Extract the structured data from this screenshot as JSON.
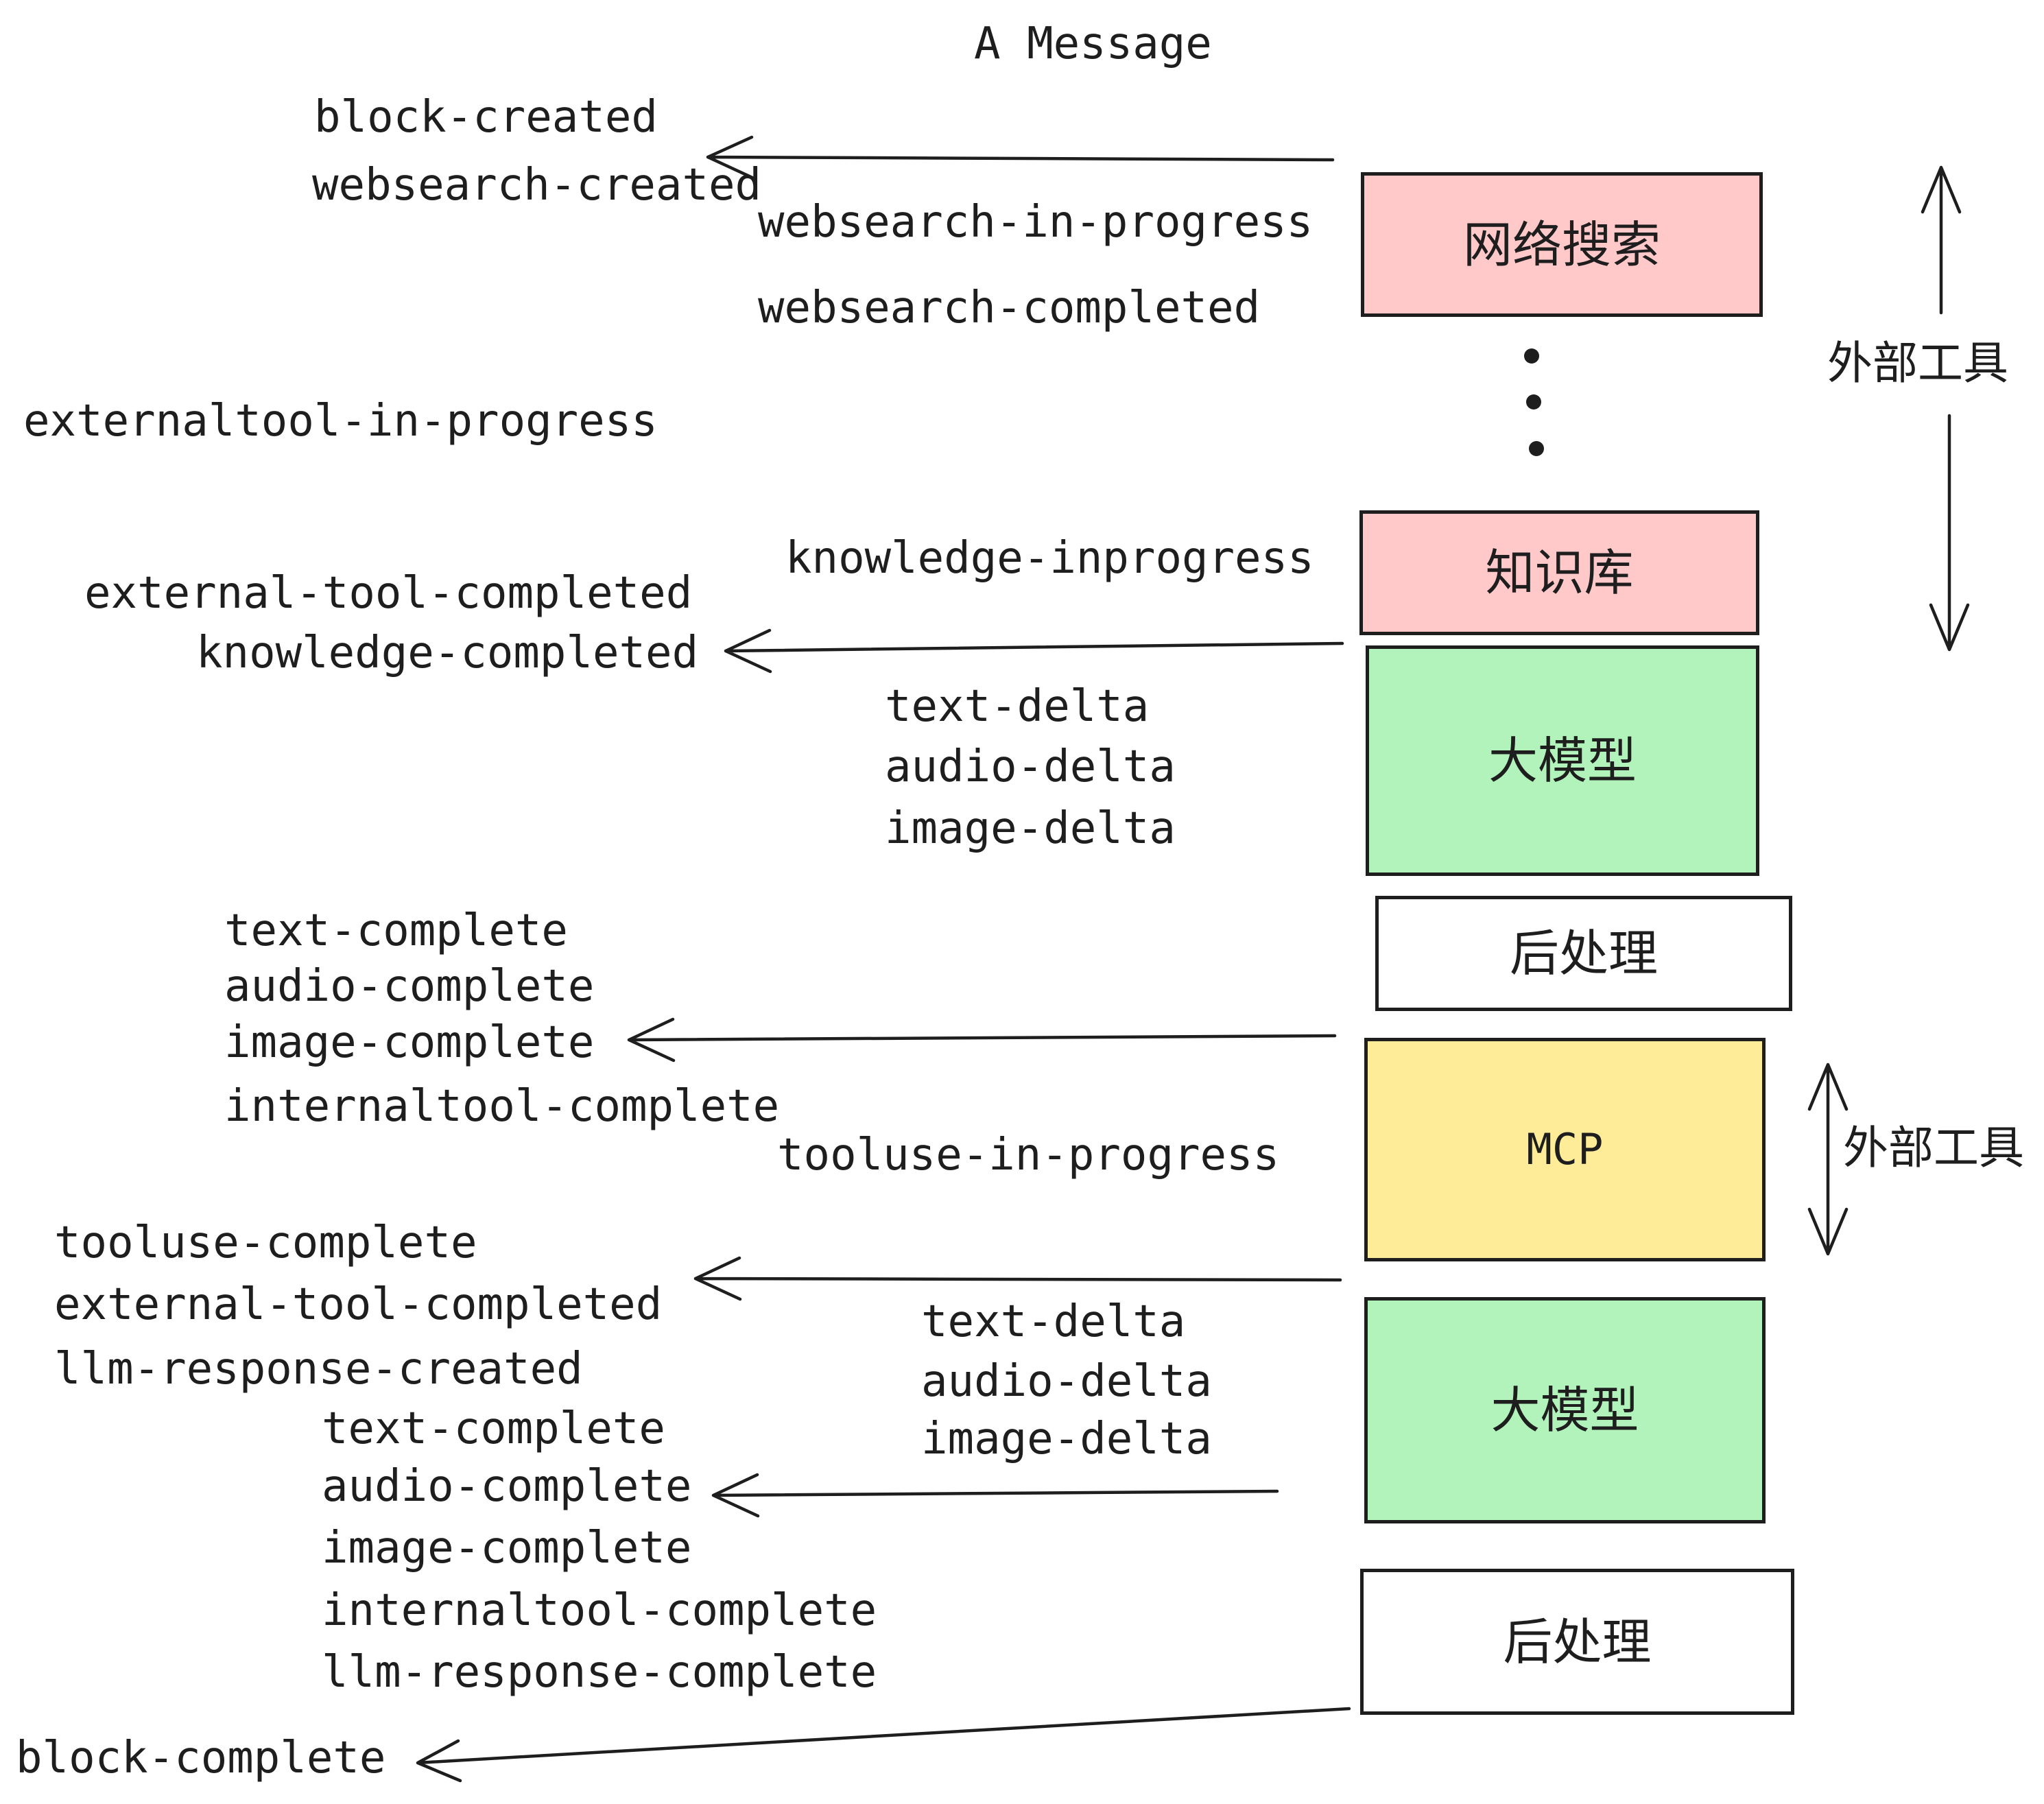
{
  "title": "A Message",
  "colors": {
    "pink": "#ffc9c9",
    "green": "#b2f2bb",
    "yellow": "#ffec99",
    "white": "#ffffff",
    "ink": "#1e1e1e"
  },
  "boxes": {
    "websearch": {
      "label": "网络搜索",
      "fill": "pink"
    },
    "knowledge": {
      "label": "知识库",
      "fill": "pink"
    },
    "llm": {
      "label": "大模型",
      "fill": "green"
    },
    "post": {
      "label": "后处理",
      "fill": "white"
    },
    "mcp": {
      "label": "MCP",
      "fill": "yellow"
    }
  },
  "side_label": "外部工具",
  "events": {
    "block_created": "block-created",
    "websearch_created": "websearch-created",
    "websearch_in_progress": "websearch-in-progress",
    "websearch_completed": "websearch-completed",
    "externaltool_in_progress": "externaltool-in-progress",
    "knowledge_inprogress": "knowledge-inprogress",
    "external_tool_completed": "external-tool-completed",
    "knowledge_completed": "knowledge-completed",
    "text_delta": "text-delta",
    "audio_delta": "audio-delta",
    "image_delta": "image-delta",
    "text_complete": "text-complete",
    "audio_complete": "audio-complete",
    "image_complete": "image-complete",
    "internaltool_complete": "internaltool-complete",
    "tooluse_in_progress": "tooluse-in-progress",
    "tooluse_complete": "tooluse-complete",
    "llm_response_created": "llm-response-created",
    "llm_response_complete": "llm-response-complete",
    "block_complete": "block-complete"
  }
}
